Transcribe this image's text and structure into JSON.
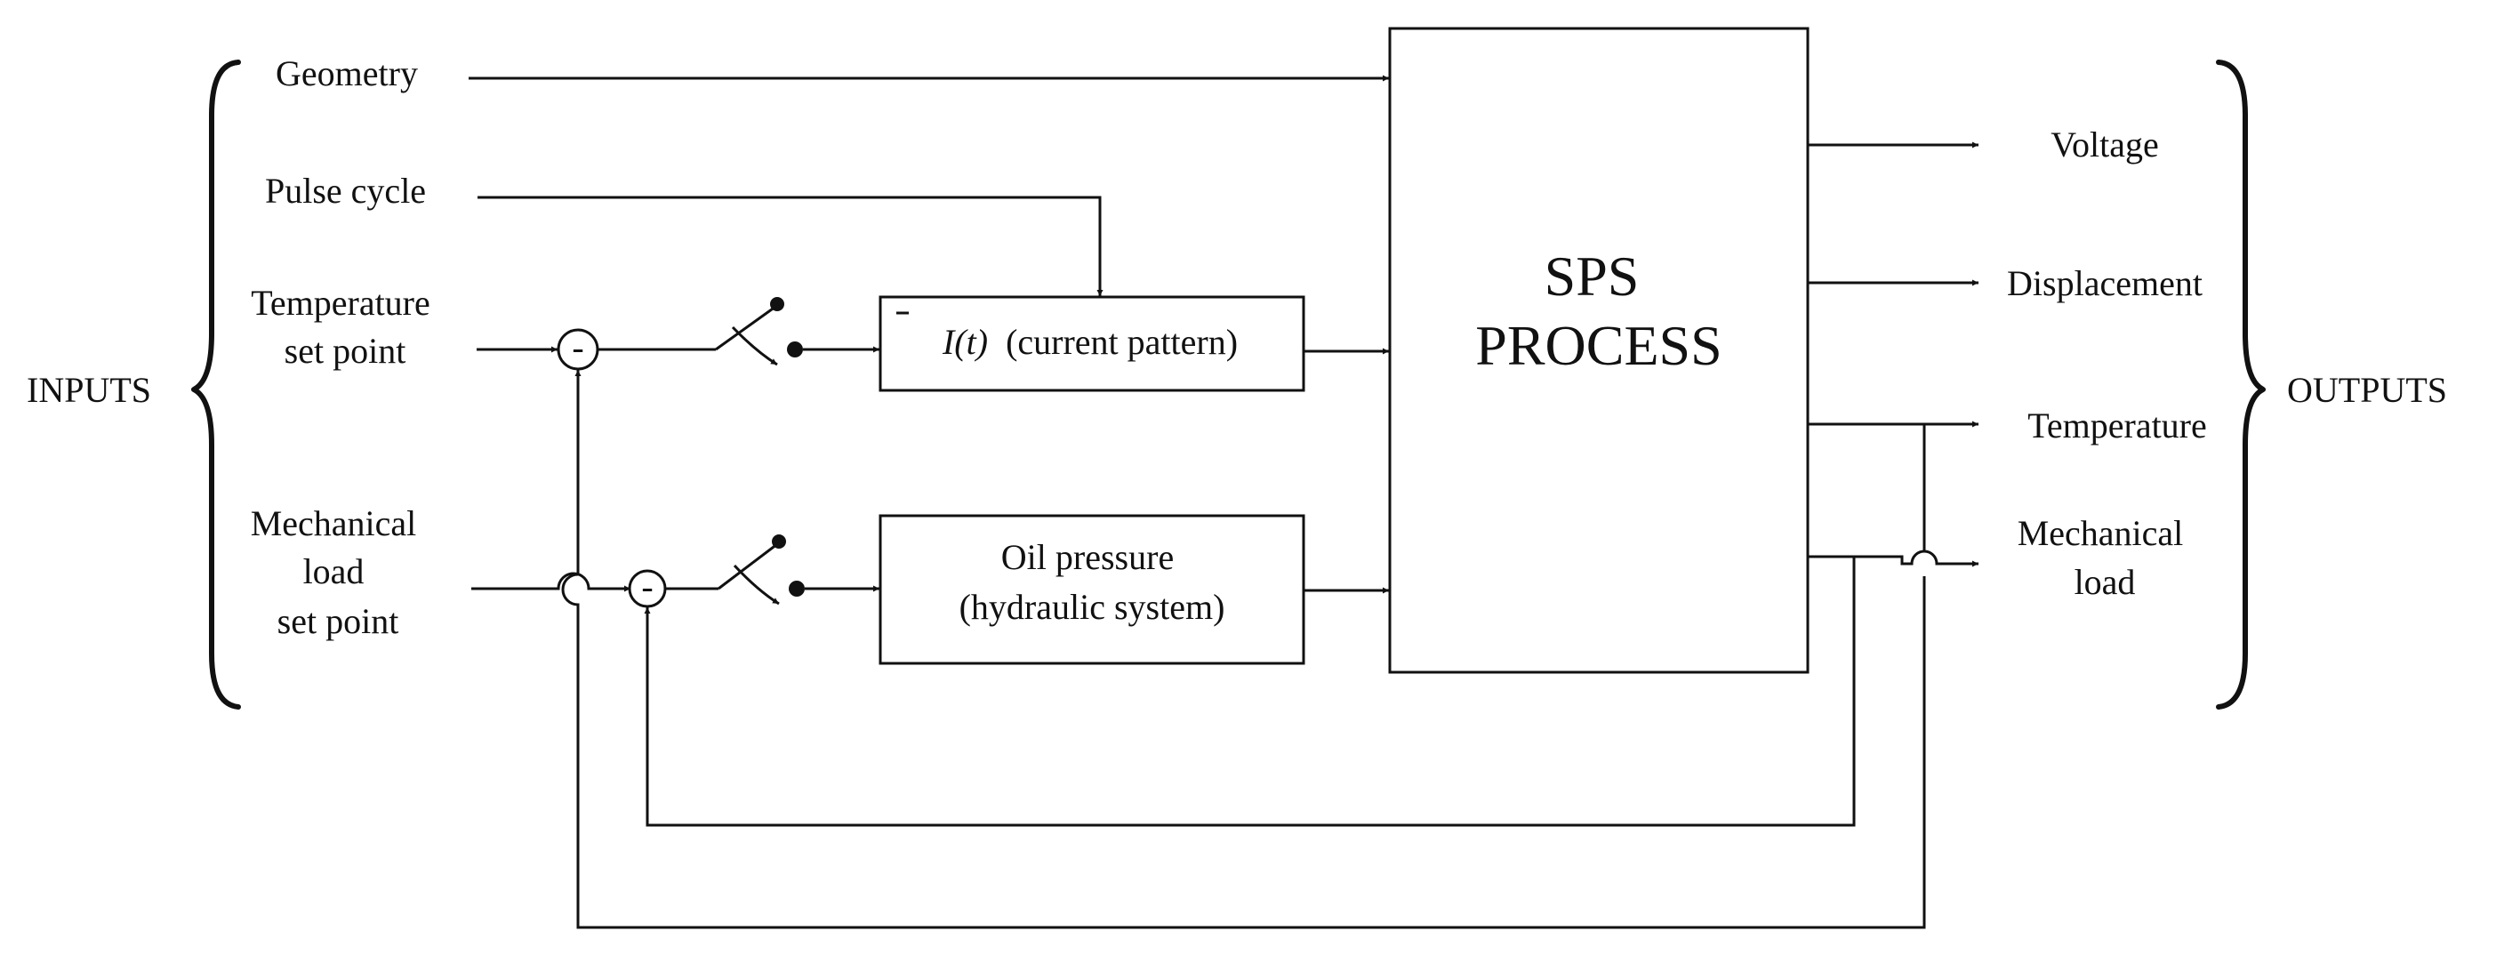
{
  "groups": {
    "inputs": "INPUTS",
    "outputs": "OUTPUTS"
  },
  "inputs": {
    "geometry": "Geometry",
    "pulse_cycle": "Pulse cycle",
    "temperature_set_point": [
      "Temperature",
      "set point"
    ],
    "mechanical_load_set_point": [
      "Mechanical",
      "load",
      "set point"
    ]
  },
  "blocks": {
    "current_pattern": {
      "symbol": "I",
      "arg": "(t)",
      "label": "(current pattern)"
    },
    "oil_pressure": [
      "Oil pressure",
      "(hydraulic system)"
    ],
    "sps_process": [
      "SPS",
      "PROCESS"
    ]
  },
  "outputs": {
    "voltage": "Voltage",
    "displacement": "Displacement",
    "temperature": "Temperature",
    "mechanical_load": [
      "Mechanical",
      "load"
    ]
  },
  "summing_junction_sign": "-"
}
